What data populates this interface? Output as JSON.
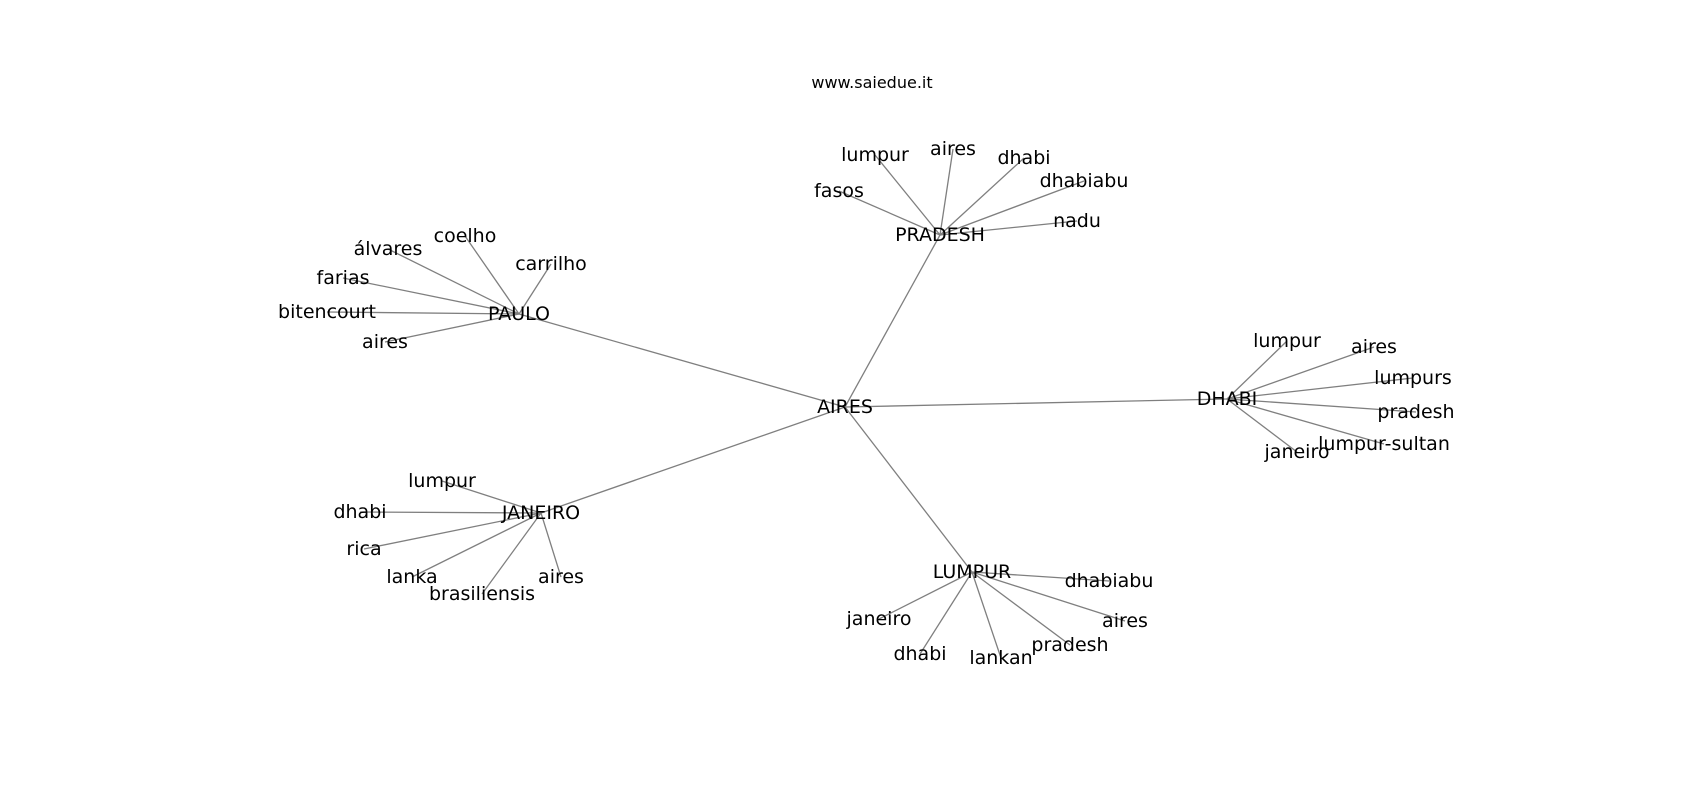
{
  "title": "www.saiedue.it",
  "graph": {
    "root": "AIRES",
    "hubs": [
      {
        "id": "PAULO",
        "label": "PAULO",
        "leaves": [
          "coelho",
          "álvares",
          "carrilho",
          "farias",
          "bitencourt",
          "aires"
        ]
      },
      {
        "id": "PRADESH",
        "label": "PRADESH",
        "leaves": [
          "lumpur",
          "aires",
          "dhabi",
          "dhabiabu",
          "fasos",
          "nadu"
        ]
      },
      {
        "id": "DHABI",
        "label": "DHABI",
        "leaves": [
          "lumpur",
          "aires",
          "lumpurs",
          "pradesh",
          "lumpur-sultan",
          "janeiro"
        ]
      },
      {
        "id": "JANEIRO",
        "label": "JANEIRO",
        "leaves": [
          "lumpur",
          "dhabi",
          "rica",
          "lanka",
          "brasiliensis",
          "aires"
        ]
      },
      {
        "id": "LUMPUR",
        "label": "LUMPUR",
        "leaves": [
          "dhabiabu",
          "aires",
          "pradesh",
          "lankan",
          "dhabi",
          "janeiro"
        ]
      }
    ]
  }
}
